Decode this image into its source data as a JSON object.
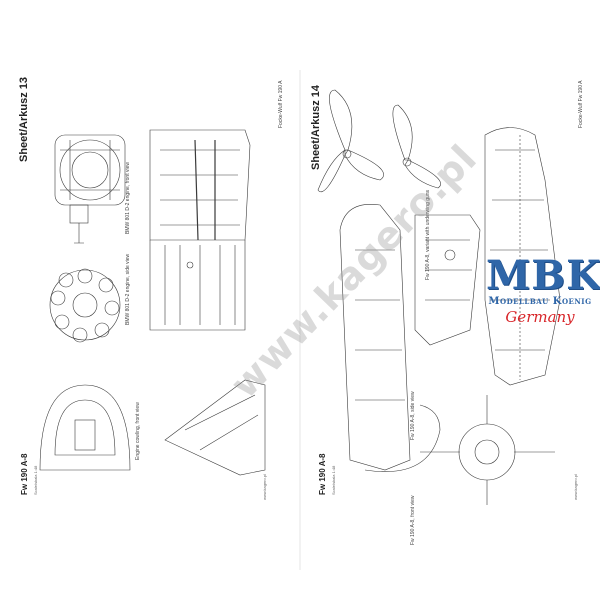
{
  "sheet_left": {
    "title": "Sheet/Arkusz 13",
    "subject": "Focke-Wulf Fw 190 A",
    "bottom_title": "Fw 190 A-8",
    "scale": "Scale/skala 1:48",
    "notes": [
      "BMW 801 D-2 engine, front view",
      "BMW 801 D-2 engine, side view",
      "Engine cowling, front view"
    ],
    "website": "www.kagero.pl"
  },
  "sheet_right": {
    "title": "Sheet/Arkusz 14",
    "subject": "Focke-Wulf Fw 190 A",
    "bottom_title": "Fw 190 A-8",
    "scale": "Scale/skala 1:48",
    "notes": [
      "Fw 190 A-8, variant with underwing guns",
      "Fw 190 A-8, side view",
      "Fw 190 A-8, front view"
    ],
    "website": "www.kagero.pl"
  },
  "watermark": "www.kagero.pl",
  "logo": {
    "mbk": "MBK",
    "line2": "Modellbau Koenig",
    "line3": "Germany",
    "colors": {
      "blue": "#2f66a8",
      "red": "#d8262a"
    }
  }
}
